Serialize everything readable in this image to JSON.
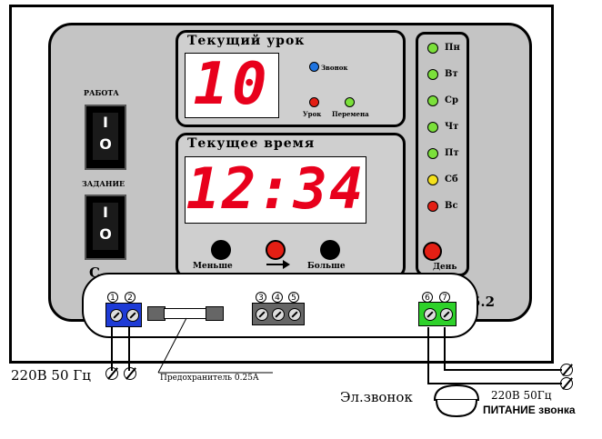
{
  "switches": {
    "work_label": "РАБОТА",
    "task_label": "ЗАДАНИЕ",
    "on_glyph": "I",
    "off_glyph": "O"
  },
  "lesson_panel": {
    "title": "Текущий урок",
    "value": "10",
    "bell_label": "Звонок",
    "lesson_label": "Урок",
    "break_label": "Перемена"
  },
  "time_panel": {
    "title": "Текущее время",
    "value": "12:34",
    "less_label": "Меньше",
    "more_label": "Больше"
  },
  "days": {
    "items": [
      {
        "label": "Пн",
        "color": "#7be03a"
      },
      {
        "label": "Вт",
        "color": "#7be03a"
      },
      {
        "label": "Ср",
        "color": "#7be03a"
      },
      {
        "label": "Чт",
        "color": "#7be03a"
      },
      {
        "label": "Пт",
        "color": "#7be03a"
      },
      {
        "label": "Сб",
        "color": "#f4e11c"
      },
      {
        "label": "Вс",
        "color": "#e41f14"
      }
    ],
    "day_button_label": "День"
  },
  "device": {
    "model_suffix": "5.2",
    "left_partial": "С"
  },
  "terminals": {
    "group1": [
      "1",
      "2"
    ],
    "group2": [
      "3",
      "4",
      "5"
    ],
    "group3": [
      "6",
      "7"
    ]
  },
  "wiring": {
    "mains_label": "220В 50 Гц",
    "fuse_label": "Предохранитель 0.25А",
    "bell_label": "Эл.звонок",
    "bell_supply": "220В 50Гц",
    "bell_power": "ПИТАНИЕ звонка"
  },
  "colors": {
    "led_red": "#e41f14",
    "led_green": "#7be03a",
    "led_blue": "#1f74e0",
    "terminal_blue": "#1e3bd6",
    "terminal_green": "#2ed12a",
    "digit_red": "#e8001c"
  }
}
